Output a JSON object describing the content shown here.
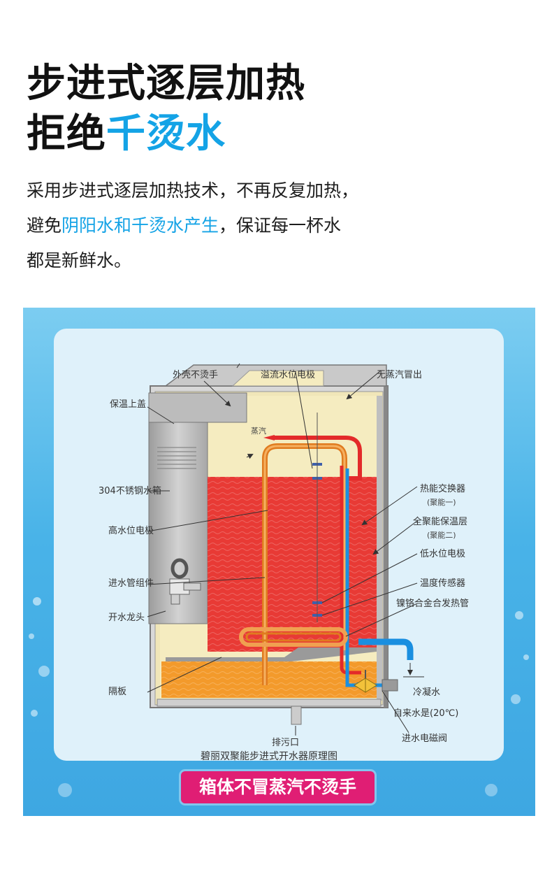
{
  "header": {
    "title_line1": "步进式逐层加热",
    "title_line2_prefix": "拒绝",
    "title_line2_accent": "千烫水"
  },
  "description": {
    "line1": "采用步进式逐层加热技术，不再反复加热，",
    "line2_prefix": "避免",
    "line2_highlight": "阴阳水和千烫水产生",
    "line2_suffix": "，保证每一杯水",
    "line3": "都是新鲜水。"
  },
  "diagram": {
    "labels": {
      "shell": "外壳不烫手",
      "overflow_electrode": "溢流水位电极",
      "no_steam": "无蒸汽冒出",
      "insulated_cover": "保温上盖",
      "steam": "蒸汽",
      "tank": "304不锈钢水箱",
      "heat_exchanger": "热能交换器",
      "heat_exchanger_sub": "(聚能一)",
      "full_insulation": "全聚能保温层",
      "full_insulation_sub": "(聚能二)",
      "high_electrode": "高水位电极",
      "low_electrode": "低水位电极",
      "inlet_assembly": "进水管组件",
      "temp_sensor": "温度传感器",
      "heating_tube": "镍铬合金合发热管",
      "faucet": "开水龙头",
      "partition": "隔板",
      "condensed_water": "冷凝水",
      "tap_water": "自来水是(20℃)",
      "inlet_valve": "进水电磁阀",
      "drain": "排污口"
    },
    "caption": "碧丽双聚能步进式开水器原理图",
    "colors": {
      "hot_water": "#e83a35",
      "warm_water": "#f39a2b",
      "cold_pipe": "#1a8fe0",
      "insulation": "#f5ecc0",
      "steel": "#b5b5b5"
    }
  },
  "badge": {
    "text": "箱体不冒蒸汽不烫手"
  }
}
